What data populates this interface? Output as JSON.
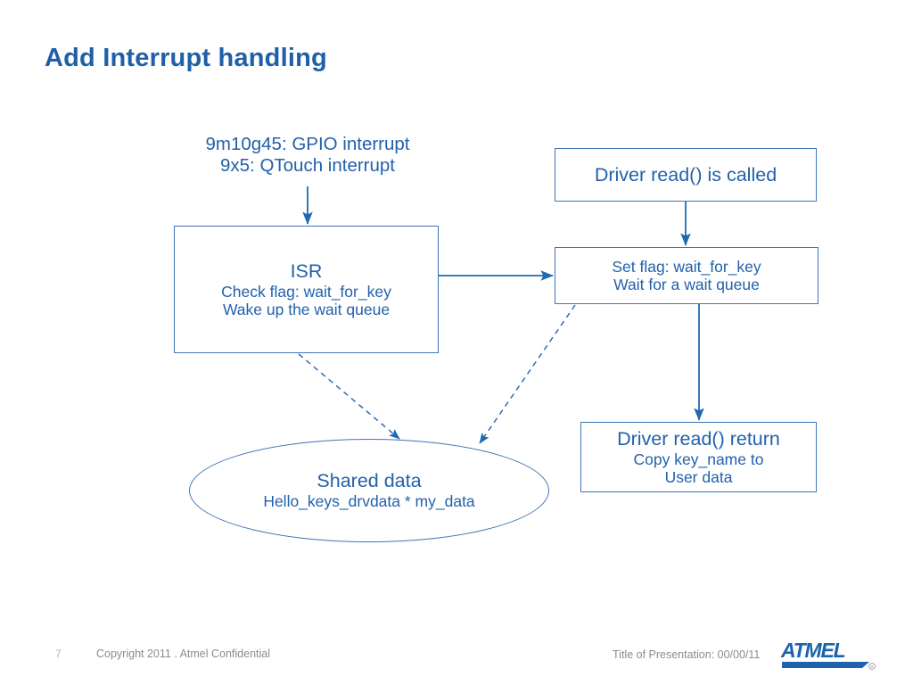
{
  "slide": {
    "title": "Add Interrupt handling",
    "accent_color": "#1f5fa9",
    "diagram_stroke_color": "#3d76b5",
    "diagram_text_color": "#2261ab"
  },
  "diagram": {
    "source_label": {
      "line1": "9m10g45: GPIO interrupt",
      "line2": "9x5: QTouch interrupt"
    },
    "isr_box": {
      "header": "ISR",
      "line1": "Check flag: wait_for_key",
      "line2": "Wake up the wait queue"
    },
    "read_called_box": {
      "header": "Driver read() is called"
    },
    "set_flag_box": {
      "line1": "Set flag: wait_for_key",
      "line2": "Wait for a wait queue"
    },
    "read_return_box": {
      "header": "Driver read() return",
      "line1": "Copy key_name to",
      "line2": "User data"
    },
    "shared_data_ellipse": {
      "header": "Shared data",
      "line1": "Hello_keys_drvdata * my_data"
    }
  },
  "footer": {
    "page_number": "7",
    "copyright": "Copyright 2011 . Atmel Confidential",
    "presentation": "Title of Presentation: 00/00/11",
    "logo_text": "ATMEL",
    "logo_color": "#1c63ae"
  }
}
